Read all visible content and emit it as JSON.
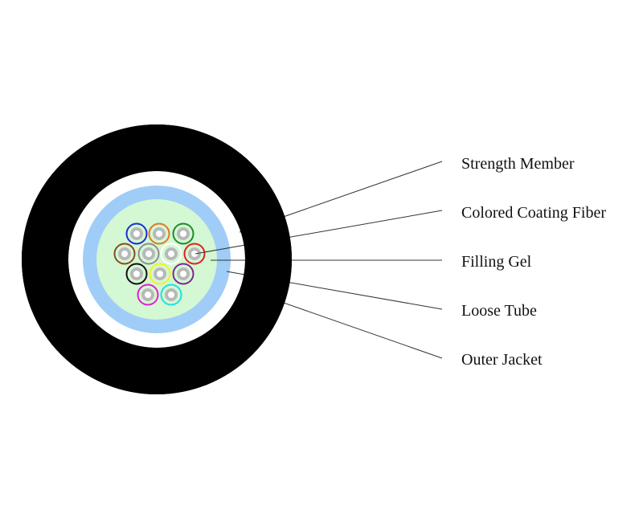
{
  "labels": [
    {
      "id": "strength-member",
      "text": "Strength Member"
    },
    {
      "id": "colored-coating-fiber",
      "text": "Colored Coating Fiber"
    },
    {
      "id": "filling-gel",
      "text": "Filling Gel"
    },
    {
      "id": "loose-tube",
      "text": "Loose Tube"
    },
    {
      "id": "outer-jacket",
      "text": "Outer Jacket"
    }
  ],
  "colors": {
    "jacket": "#000000",
    "strength": "#ffffff",
    "tube": "#9fcdf7",
    "gel": "#d4f7d4",
    "fiber_core": "#ffffff",
    "fiber_cladding": "#b8b8b8"
  },
  "fibers": [
    "#1a2fd0",
    "#e07820",
    "#1f8a2a",
    "#8b4a1e",
    "#8e8e8e",
    "#ffffff",
    "#e02020",
    "#111111",
    "#f2f222",
    "#7a2a8a",
    "#e020d0",
    "#20e0e0"
  ]
}
